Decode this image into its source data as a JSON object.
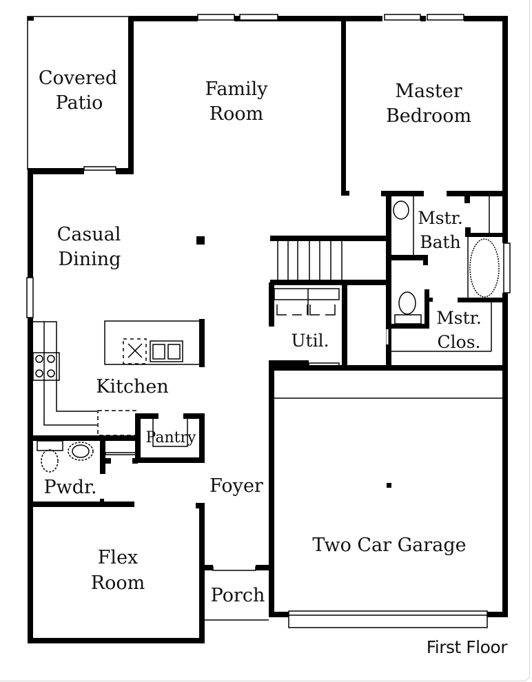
{
  "plan": {
    "title": "First Floor",
    "wall_color": "#000000",
    "background_color": "#ffffff",
    "rooms": {
      "covered_patio": [
        "Covered",
        "Patio"
      ],
      "family_room": [
        "Family",
        "Room"
      ],
      "master_bedroom": [
        "Master",
        "Bedroom"
      ],
      "casual_dining": [
        "Casual",
        "Dining"
      ],
      "mstr_bath": [
        "Mstr.",
        "Bath"
      ],
      "util": "Util.",
      "mstr_clos": [
        "Mstr.",
        "Clos."
      ],
      "kitchen": "Kitchen",
      "pantry": "Pantry",
      "pwdr": "Pwdr.",
      "foyer": "Foyer",
      "two_car_garage": "Two Car Garage",
      "flex_room": [
        "Flex",
        "Room"
      ],
      "porch": "Porch"
    }
  }
}
